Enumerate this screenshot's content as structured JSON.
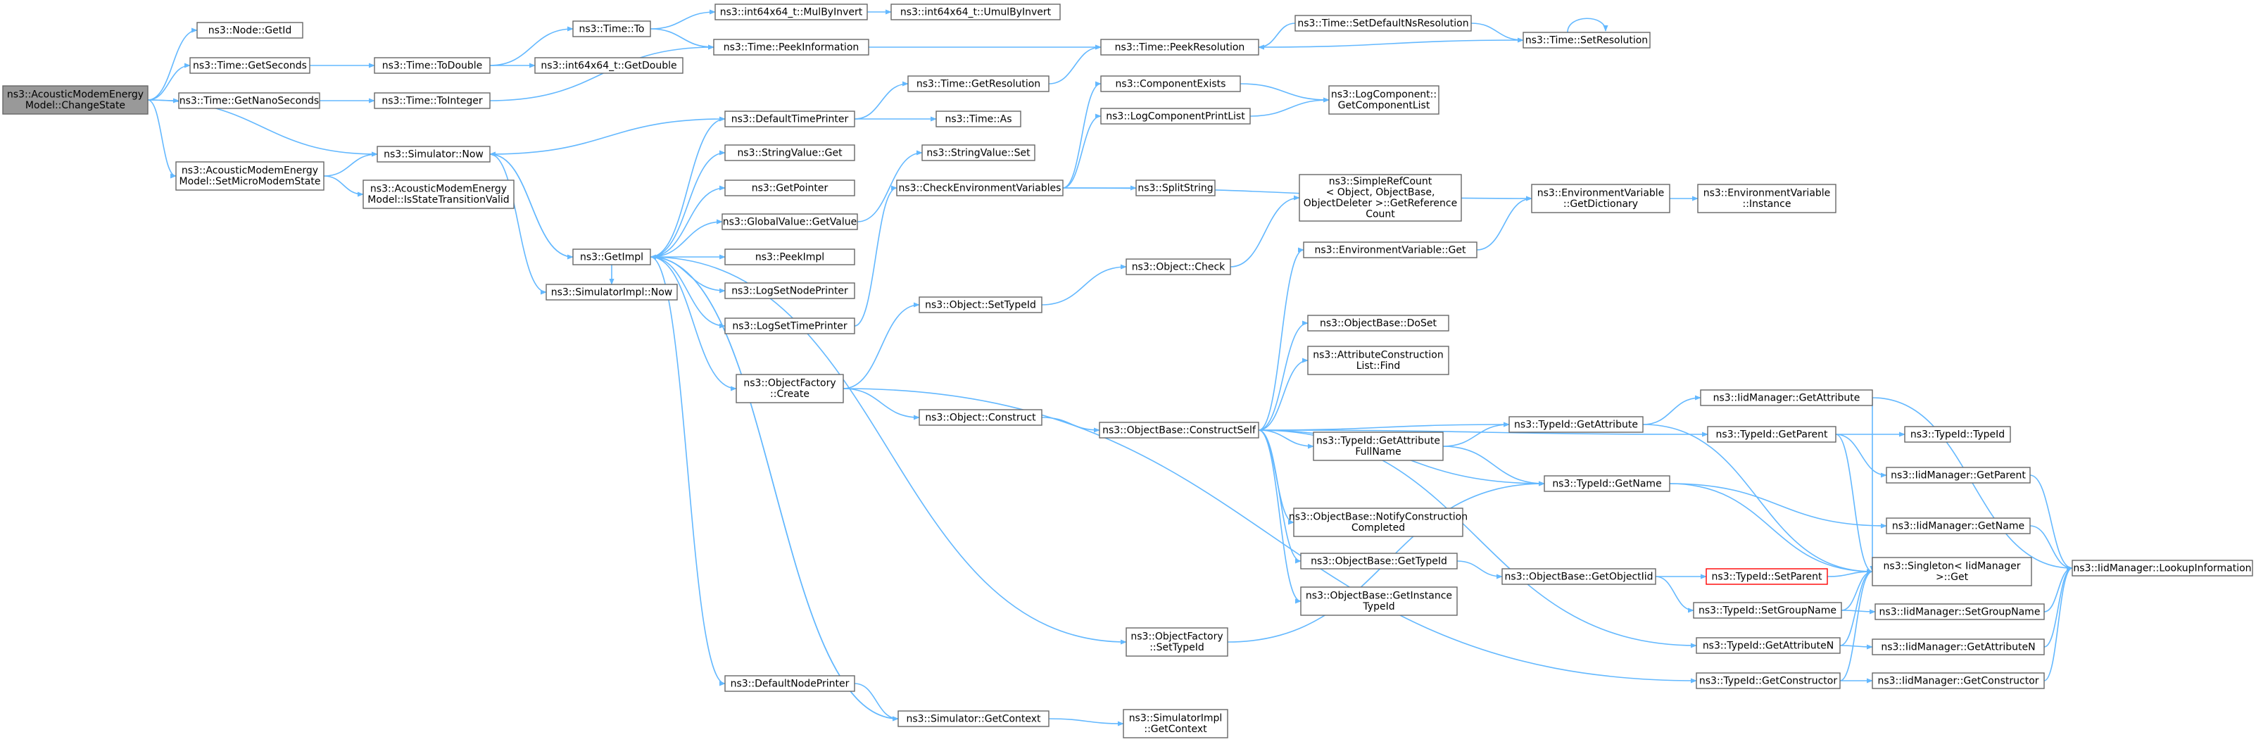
{
  "diagram": {
    "type": "call-graph",
    "colors": {
      "edge": "#63b8ff",
      "node_border": "#666666",
      "root_fill": "#999999",
      "highlight_border": "#ff0000"
    },
    "nodes": [
      {
        "id": "root",
        "lines": [
          "ns3::AcousticModemEnergy",
          "Model::ChangeState"
        ],
        "style": "root"
      },
      {
        "id": "getid",
        "lines": [
          "ns3::Node::GetId"
        ]
      },
      {
        "id": "getsec",
        "lines": [
          "ns3::Time::GetSeconds"
        ]
      },
      {
        "id": "getnano",
        "lines": [
          "ns3::Time::GetNanoSeconds"
        ]
      },
      {
        "id": "setmicro",
        "lines": [
          "ns3::AcousticModemEnergy",
          "Model::SetMicroModemState"
        ]
      },
      {
        "id": "simnow",
        "lines": [
          "ns3::Simulator::Now"
        ]
      },
      {
        "id": "isvalid",
        "lines": [
          "ns3::AcousticModemEnergy",
          "Model::IsStateTransitionValid"
        ]
      },
      {
        "id": "timeto",
        "lines": [
          "ns3::Time::To"
        ]
      },
      {
        "id": "todouble",
        "lines": [
          "ns3::Time::ToDouble"
        ]
      },
      {
        "id": "tointeger",
        "lines": [
          "ns3::Time::ToInteger"
        ]
      },
      {
        "id": "mulbyinv",
        "lines": [
          "ns3::int64x64_t::MulByInvert"
        ]
      },
      {
        "id": "umulbyinv",
        "lines": [
          "ns3::int64x64_t::UmulByInvert"
        ]
      },
      {
        "id": "peekinfo",
        "lines": [
          "ns3::Time::PeekInformation"
        ]
      },
      {
        "id": "getdouble",
        "lines": [
          "ns3::int64x64_t::GetDouble"
        ]
      },
      {
        "id": "peekres",
        "lines": [
          "ns3::Time::PeekResolution"
        ]
      },
      {
        "id": "setdefres",
        "lines": [
          "ns3::Time::SetDefaultNsResolution"
        ]
      },
      {
        "id": "setres",
        "lines": [
          "ns3::Time::SetResolution"
        ]
      },
      {
        "id": "getimpl",
        "lines": [
          "ns3::GetImpl"
        ]
      },
      {
        "id": "simimplnow",
        "lines": [
          "ns3::SimulatorImpl::Now"
        ]
      },
      {
        "id": "deftimeprinter",
        "lines": [
          "ns3::DefaultTimePrinter"
        ]
      },
      {
        "id": "getresolution",
        "lines": [
          "ns3::Time::GetResolution"
        ]
      },
      {
        "id": "timeas",
        "lines": [
          "ns3::Time::As"
        ]
      },
      {
        "id": "strget",
        "lines": [
          "ns3::StringValue::Get"
        ]
      },
      {
        "id": "getpointer",
        "lines": [
          "ns3::GetPointer"
        ]
      },
      {
        "id": "gvgetvalue",
        "lines": [
          "ns3::GlobalValue::GetValue"
        ]
      },
      {
        "id": "peekimpl",
        "lines": [
          "ns3::PeekImpl"
        ]
      },
      {
        "id": "lognodeprinter",
        "lines": [
          "ns3::LogSetNodePrinter"
        ]
      },
      {
        "id": "logtimeprinter",
        "lines": [
          "ns3::LogSetTimePrinter"
        ]
      },
      {
        "id": "objfactcreate",
        "lines": [
          "ns3::ObjectFactory",
          "::Create"
        ]
      },
      {
        "id": "defnodeprinter",
        "lines": [
          "ns3::DefaultNodePrinter"
        ]
      },
      {
        "id": "simgetcontext",
        "lines": [
          "ns3::Simulator::GetContext"
        ]
      },
      {
        "id": "simimplgetcontext",
        "lines": [
          "ns3::SimulatorImpl",
          "::GetContext"
        ]
      },
      {
        "id": "strset",
        "lines": [
          "ns3::StringValue::Set"
        ]
      },
      {
        "id": "checkenv",
        "lines": [
          "ns3::CheckEnvironmentVariables"
        ]
      },
      {
        "id": "compexists",
        "lines": [
          "ns3::ComponentExists"
        ]
      },
      {
        "id": "logcompprint",
        "lines": [
          "ns3::LogComponentPrintList"
        ]
      },
      {
        "id": "getcomplist",
        "lines": [
          "ns3::LogComponent::",
          "GetComponentList"
        ]
      },
      {
        "id": "splitstring",
        "lines": [
          "ns3::SplitString"
        ]
      },
      {
        "id": "envgetdict",
        "lines": [
          "ns3::EnvironmentVariable",
          "::GetDictionary"
        ]
      },
      {
        "id": "envinstance",
        "lines": [
          "ns3::EnvironmentVariable",
          "::Instance"
        ]
      },
      {
        "id": "envget",
        "lines": [
          "ns3::EnvironmentVariable::Get"
        ]
      },
      {
        "id": "simplerefcount",
        "lines": [
          "ns3::SimpleRefCount",
          "< Object, ObjectBase,",
          "ObjectDeleter >::GetReference",
          "Count"
        ]
      },
      {
        "id": "objcheck",
        "lines": [
          "ns3::Object::Check"
        ]
      },
      {
        "id": "objsettypeid",
        "lines": [
          "ns3::Object::SetTypeId"
        ]
      },
      {
        "id": "objconstruct",
        "lines": [
          "ns3::Object::Construct"
        ]
      },
      {
        "id": "constructself",
        "lines": [
          "ns3::ObjectBase::ConstructSelf"
        ]
      },
      {
        "id": "doset",
        "lines": [
          "ns3::ObjectBase::DoSet"
        ]
      },
      {
        "id": "attrconstrfind",
        "lines": [
          "ns3::AttributeConstruction",
          "List::Find"
        ]
      },
      {
        "id": "tidgetattrfull",
        "lines": [
          "ns3::TypeId::GetAttribute",
          "FullName"
        ]
      },
      {
        "id": "tidgetattr",
        "lines": [
          "ns3::TypeId::GetAttribute"
        ]
      },
      {
        "id": "tidgetname",
        "lines": [
          "ns3::TypeId::GetName"
        ]
      },
      {
        "id": "notifyconstr",
        "lines": [
          "ns3::ObjectBase::NotifyConstruction",
          "Completed"
        ]
      },
      {
        "id": "obgettypeid",
        "lines": [
          "ns3::ObjectBase::GetTypeId"
        ]
      },
      {
        "id": "obgetinst",
        "lines": [
          "ns3::ObjectBase::GetInstance",
          "TypeId"
        ]
      },
      {
        "id": "obgetobjtid",
        "lines": [
          "ns3::ObjectBase::GetObjectIid"
        ]
      },
      {
        "id": "tidsetparent",
        "lines": [
          "ns3::TypeId::SetParent"
        ],
        "style": "red"
      },
      {
        "id": "tidsetgroup",
        "lines": [
          "ns3::TypeId::SetGroupName"
        ]
      },
      {
        "id": "tidgetattrn",
        "lines": [
          "ns3::TypeId::GetAttributeN"
        ]
      },
      {
        "id": "tidgetconstr",
        "lines": [
          "ns3::TypeId::GetConstructor"
        ]
      },
      {
        "id": "objfactsettid",
        "lines": [
          "ns3::ObjectFactory",
          "::SetTypeId"
        ]
      },
      {
        "id": "iidgetattr",
        "lines": [
          "ns3::IidManager::GetAttribute"
        ]
      },
      {
        "id": "tidgetparent",
        "lines": [
          "ns3::TypeId::GetParent"
        ]
      },
      {
        "id": "tidtypeid",
        "lines": [
          "ns3::TypeId::TypeId"
        ]
      },
      {
        "id": "iidgetparent",
        "lines": [
          "ns3::IidManager::GetParent"
        ]
      },
      {
        "id": "iidgetname",
        "lines": [
          "ns3::IidManager::GetName"
        ]
      },
      {
        "id": "singletonget",
        "lines": [
          "ns3::Singleton< IidManager",
          ">::Get"
        ]
      },
      {
        "id": "iidsetgroup",
        "lines": [
          "ns3::IidManager::SetGroupName"
        ]
      },
      {
        "id": "iidgetattrn",
        "lines": [
          "ns3::IidManager::GetAttributeN"
        ]
      },
      {
        "id": "iidgetconstr",
        "lines": [
          "ns3::IidManager::GetConstructor"
        ]
      },
      {
        "id": "iidlookup",
        "lines": [
          "ns3::IidManager::LookupInformation"
        ]
      }
    ],
    "edges": [
      [
        "root",
        "getid"
      ],
      [
        "root",
        "getsec"
      ],
      [
        "root",
        "getnano"
      ],
      [
        "root",
        "simnow"
      ],
      [
        "root",
        "setmicro"
      ],
      [
        "setmicro",
        "simnow"
      ],
      [
        "setmicro",
        "isvalid"
      ],
      [
        "getsec",
        "todouble"
      ],
      [
        "getnano",
        "tointeger"
      ],
      [
        "todouble",
        "timeto"
      ],
      [
        "todouble",
        "getdouble"
      ],
      [
        "tointeger",
        "peekinfo"
      ],
      [
        "timeto",
        "mulbyinv"
      ],
      [
        "timeto",
        "peekinfo"
      ],
      [
        "mulbyinv",
        "umulbyinv"
      ],
      [
        "peekinfo",
        "peekres"
      ],
      [
        "setdefres",
        "peekres"
      ],
      [
        "setdefres",
        "setres"
      ],
      [
        "setres",
        "setres"
      ],
      [
        "setres",
        "peekres"
      ],
      [
        "simnow",
        "getimpl"
      ],
      [
        "simnow",
        "simimplnow"
      ],
      [
        "getimpl",
        "simnow"
      ],
      [
        "getimpl",
        "deftimeprinter"
      ],
      [
        "getimpl",
        "strget"
      ],
      [
        "getimpl",
        "getpointer"
      ],
      [
        "getimpl",
        "gvgetvalue"
      ],
      [
        "getimpl",
        "peekimpl"
      ],
      [
        "getimpl",
        "lognodeprinter"
      ],
      [
        "getimpl",
        "logtimeprinter"
      ],
      [
        "getimpl",
        "objfactcreate"
      ],
      [
        "getimpl",
        "objfactsettid"
      ],
      [
        "getimpl",
        "defnodeprinter"
      ],
      [
        "getimpl",
        "simgetcontext"
      ],
      [
        "getimpl",
        "simimplnow"
      ],
      [
        "deftimeprinter",
        "simnow"
      ],
      [
        "deftimeprinter",
        "getresolution"
      ],
      [
        "deftimeprinter",
        "timeas"
      ],
      [
        "getresolution",
        "peekres"
      ],
      [
        "gvgetvalue",
        "strset"
      ],
      [
        "logtimeprinter",
        "checkenv"
      ],
      [
        "checkenv",
        "compexists"
      ],
      [
        "checkenv",
        "logcompprint"
      ],
      [
        "checkenv",
        "splitstring"
      ],
      [
        "checkenv",
        "envgetdict"
      ],
      [
        "compexists",
        "getcomplist"
      ],
      [
        "logcompprint",
        "getcomplist"
      ],
      [
        "envgetdict",
        "envinstance"
      ],
      [
        "envget",
        "envgetdict"
      ],
      [
        "objfactcreate",
        "objsettypeid"
      ],
      [
        "objfactcreate",
        "objconstruct"
      ],
      [
        "objfactcreate",
        "tidgetconstr"
      ],
      [
        "objsettypeid",
        "objcheck"
      ],
      [
        "objcheck",
        "simplerefcount"
      ],
      [
        "objconstruct",
        "constructself"
      ],
      [
        "constructself",
        "envget"
      ],
      [
        "constructself",
        "doset"
      ],
      [
        "constructself",
        "attrconstrfind"
      ],
      [
        "constructself",
        "tidgetattrfull"
      ],
      [
        "constructself",
        "tidgetattr"
      ],
      [
        "constructself",
        "tidgetname"
      ],
      [
        "constructself",
        "notifyconstr"
      ],
      [
        "constructself",
        "obgettypeid"
      ],
      [
        "constructself",
        "obgetinst"
      ],
      [
        "constructself",
        "tidgetparent"
      ],
      [
        "constructself",
        "tidgetattrn"
      ],
      [
        "tidgetattrfull",
        "tidgetattr"
      ],
      [
        "tidgetattrfull",
        "tidgetname"
      ],
      [
        "tidgetattr",
        "iidgetattr"
      ],
      [
        "tidgetattr",
        "singletonget"
      ],
      [
        "tidgetname",
        "iidgetname"
      ],
      [
        "tidgetname",
        "singletonget"
      ],
      [
        "obgettypeid",
        "obgetobjtid"
      ],
      [
        "obgetobjtid",
        "tidsetparent"
      ],
      [
        "obgetobjtid",
        "tidsetgroup"
      ],
      [
        "tidsetparent",
        "singletonget"
      ],
      [
        "tidsetgroup",
        "iidsetgroup"
      ],
      [
        "tidsetgroup",
        "singletonget"
      ],
      [
        "tidgetattrn",
        "iidgetattrn"
      ],
      [
        "tidgetattrn",
        "singletonget"
      ],
      [
        "tidgetconstr",
        "iidgetconstr"
      ],
      [
        "tidgetconstr",
        "singletonget"
      ],
      [
        "objfactsettid",
        "tidgetname"
      ],
      [
        "simgetcontext",
        "simimplgetcontext"
      ],
      [
        "simgetcontext",
        "getimpl"
      ],
      [
        "defnodeprinter",
        "simgetcontext"
      ],
      [
        "iidgetattr",
        "iidlookup"
      ],
      [
        "iidgetattr",
        "singletonget"
      ],
      [
        "tidgetparent",
        "tidtypeid"
      ],
      [
        "tidgetparent",
        "iidgetparent"
      ],
      [
        "tidgetparent",
        "singletonget"
      ],
      [
        "iidgetparent",
        "iidlookup"
      ],
      [
        "iidgetname",
        "iidlookup"
      ],
      [
        "iidsetgroup",
        "iidlookup"
      ],
      [
        "iidgetattrn",
        "iidlookup"
      ],
      [
        "iidgetconstr",
        "iidlookup"
      ]
    ]
  }
}
